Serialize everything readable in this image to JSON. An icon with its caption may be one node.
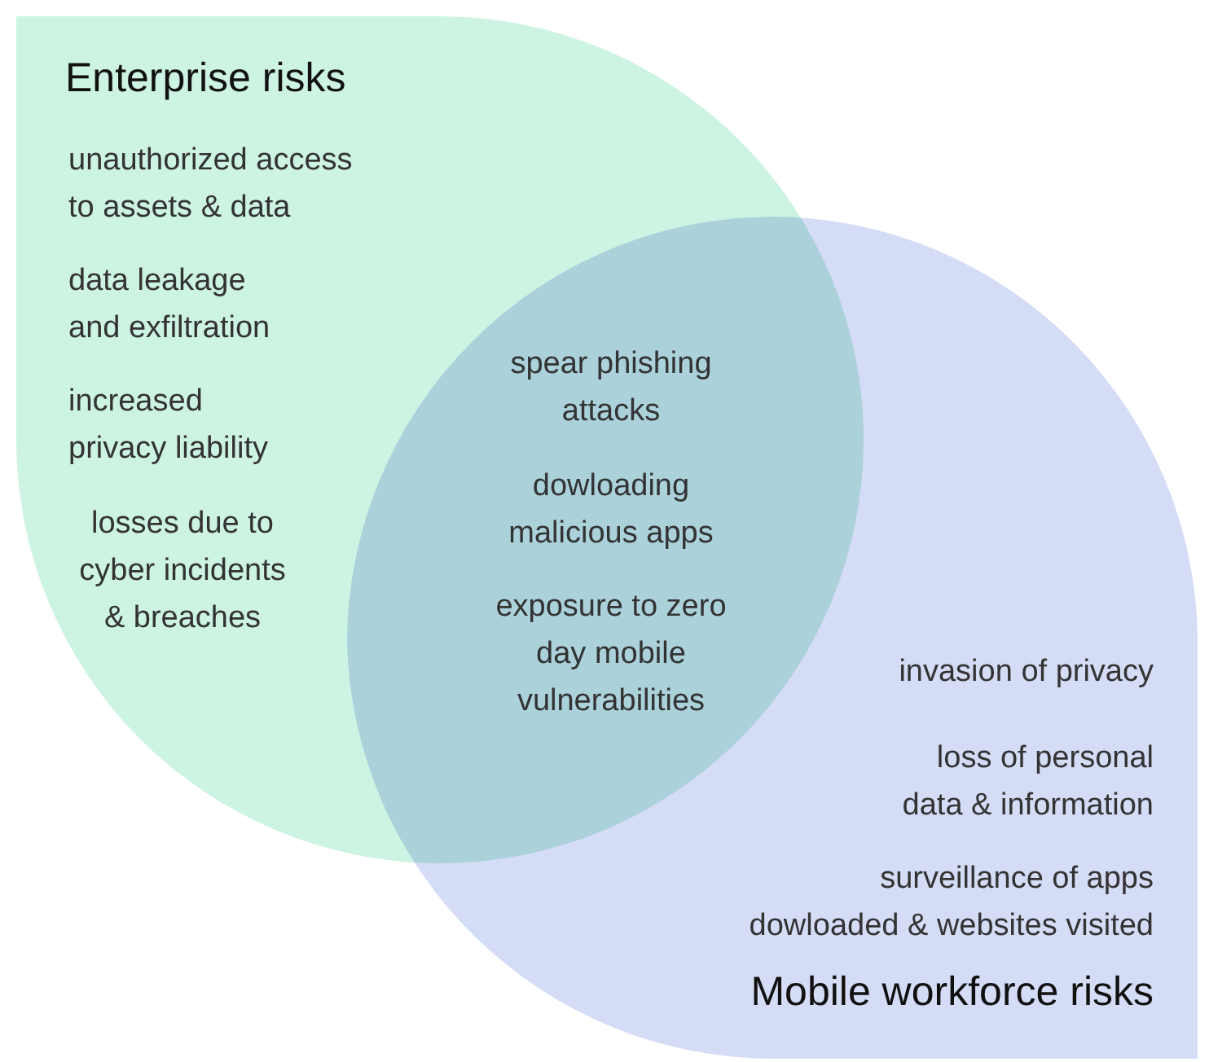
{
  "diagram": {
    "nodes": [
      {
        "text": [
          "Enterprise risks",
          "unauthorized access to assets & data",
          "data leakage and exfiltration",
          "increased privacy liability",
          "losses due to cyber incidents & breaches"
        ]
      },
      {
        "text": [
          "invasion of privacy",
          "loss of personal data & information",
          "surveillance of apps dowloaded & websites visited",
          "Mobile workforce risks"
        ]
      }
    ],
    "labels": [
      "spear phishing attacks",
      "dowloading malicious apps",
      "exposure to zero day mobile vulnerabilities"
    ]
  }
}
